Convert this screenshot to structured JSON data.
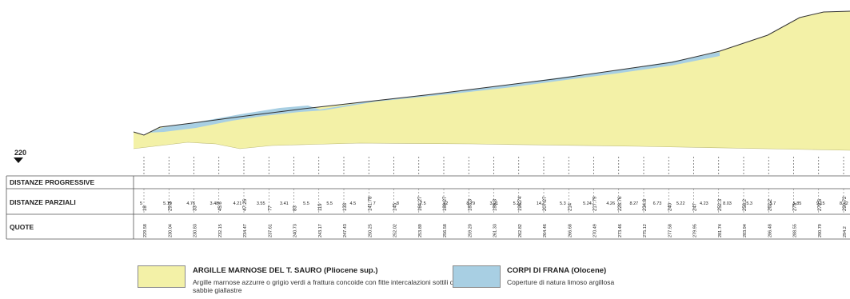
{
  "reference_level": "220",
  "colors": {
    "clay": "#f3f1a7",
    "landslide": "#a8cfe3",
    "grid": "#555555"
  },
  "rows": {
    "progressive": "DISTANZE PROGRESSIVE",
    "partial": "DISTANZE PARZIALI",
    "elevations": "QUOTE"
  },
  "progressive_labels": [
    "18",
    "29.3",
    "33",
    "45.6",
    "47.25",
    "77",
    "83",
    "119",
    "133",
    "141.78",
    "145",
    "164.27",
    "180.27",
    "183.3",
    "188.3",
    "196.74",
    "207.27",
    "214",
    "217.79",
    "228.76",
    "234.8",
    "240",
    "247",
    "252.3",
    "258.2",
    "262.2",
    "275",
    "279.5",
    "290.72"
  ],
  "partial_labels": [
    "5",
    "5.19",
    "4.76",
    "3.48",
    "4.21",
    "3.55",
    "3.41",
    "5.5",
    "5.5",
    "4.5",
    "7",
    "8",
    "7.5",
    "12",
    "8.79",
    "3.21",
    "5.27",
    "14.7",
    "5.3",
    "5.24",
    "4.26",
    "8.27",
    "6.73",
    "5.22",
    "4.23",
    "8.03",
    "5.3",
    "5.7",
    "5.85",
    "9.15",
    "8.72"
  ],
  "elevation_labels": [
    "229.58",
    "230.04",
    "230.83",
    "232.15",
    "234.47",
    "237.61",
    "240.73",
    "243.17",
    "247.43",
    "250.25",
    "252.02",
    "253.89",
    "256.58",
    "259.20",
    "261.33",
    "262.82",
    "264.46",
    "266.68",
    "270.49",
    "273.46",
    "275.12",
    "277.58",
    "279.95",
    "281.74",
    "283.94",
    "286.48",
    "288.55",
    "290.79",
    "294.2"
  ],
  "legend": [
    {
      "title": "ARGILLE MARNOSE DEL T. SAURO (Pliocene sup.)",
      "description": "Argille marnose azzurre o grigio verdi a frattura concoide con fitte intercalazioni sottili di sabbie giallastre"
    },
    {
      "title": "CORPI DI FRANA (Olocene)",
      "description": "Coperture di natura limoso argillosa"
    }
  ]
}
